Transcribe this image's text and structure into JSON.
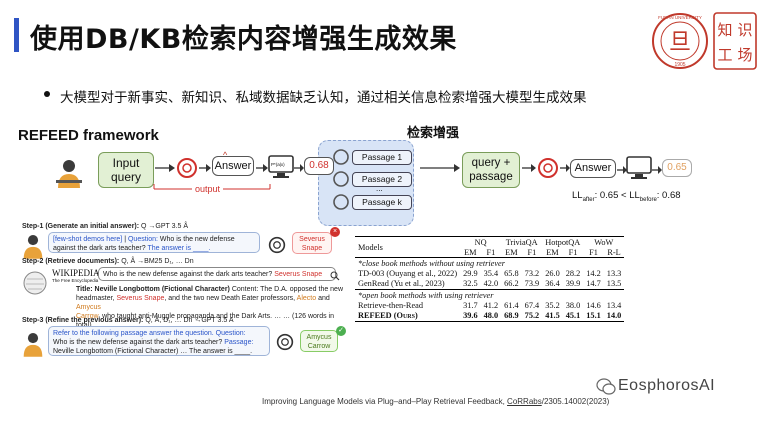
{
  "slide": {
    "title": "使用DB/KB检索内容增强生成效果",
    "bullet": "大模型对于新事实、新知识、私域数据缺乏认知，通过相关信息检索增强大模型生成效果",
    "logo": {
      "chars": [
        "知",
        "识",
        "工",
        "场"
      ],
      "seal_text": "FUDAN UNIVERSITY",
      "seal_year": "1905",
      "seal_char": "旦"
    }
  },
  "framework": {
    "title": "REFEED framework",
    "enhance_label": "检索增强",
    "input_query": [
      "Input",
      "query"
    ],
    "answer_label": "Answer",
    "output_label": "output",
    "score1": "0.68",
    "passages": [
      "Passage 1",
      "Passage 2",
      "Passage k"
    ],
    "dots": "...",
    "query_passage": [
      "query +",
      "passage"
    ],
    "answer2_label": "Answer",
    "score2": "0.65",
    "ll_after": "LL",
    "ll_after_sub": "after",
    "ll_mid": ": 0.65 < LL",
    "ll_before_sub": "before",
    "ll_end": ": 0.68",
    "monitor_label": "P*(a|x)"
  },
  "steps": {
    "step1_label": "Step-1 (Generate an initial answer):",
    "step1_formula": "Q →GPT 3.5 Â",
    "step1_bubble_a": "[few-shot demos here]",
    "step1_bubble_b": "Question:",
    "step1_bubble_c": "Who is the new defense against the dark arts teacher?",
    "step1_bubble_d": "The answer is ____.",
    "step1_answer": [
      "Severus",
      "Snape"
    ],
    "step2_label": "Step-2 (Retrieve documents):",
    "step2_formula": "Q, Â →BM25 D₁, … Dn",
    "wiki_title": "WIKIPEDIA",
    "wiki_sub": "The Free Encyclopedia",
    "step2_query_a": "Who is the new defense against the dark arts teacher?",
    "step2_query_b": "Severus Snape",
    "doc_title": "Title: Neville Longbottom (Fictional Character)",
    "doc_line1": "Content: The D.A. opposed the new",
    "doc_line2a": "headmaster,",
    "doc_line2b": "Severus Snape",
    "doc_line2c": ", and the two new Death Eater professors,",
    "doc_line2d": "Alecto",
    "doc_line2e": "and",
    "doc_line2f": "Amycus",
    "doc_line3a": "Carrow",
    "doc_line3b": ", who taught anti-Muggle propaganda and the Dark Arts. … …",
    "doc_line3c": "(126 words in total)",
    "step3_label": "Step-3 (Refine the previous answer):",
    "step3_formula": "Q, Â, D₁, … Dn →GPT 3.5 A",
    "step3_line1": "Refer to the following passage answer the question. Question:",
    "step3_line2a": "Who is the new defense against the dark arts teacher?",
    "step3_line2b": "Passage:",
    "step3_line3a": "Neville Longbottom (Fictional Character) … The answer is ____.",
    "step3_answer": [
      "Amycus",
      "Carrow"
    ]
  },
  "table": {
    "col_models": "Models",
    "groups": [
      "NQ",
      "TriviaQA",
      "HotpotQA",
      "WoW"
    ],
    "subheaders": [
      "EM",
      "F1",
      "EM",
      "F1",
      "EM",
      "F1",
      "F1",
      "R-L"
    ],
    "section1": "*close book methods without using retriever",
    "rows1": [
      {
        "model": "TD-003 (Ouyang et al., 2022)",
        "vals": [
          "29.9",
          "35.4",
          "65.8",
          "73.2",
          "26.0",
          "28.2",
          "14.2",
          "13.3"
        ]
      },
      {
        "model": "GenRead (Yu et al., 2023)",
        "vals": [
          "32.5",
          "42.0",
          "66.2",
          "73.9",
          "36.4",
          "39.9",
          "14.7",
          "13.5"
        ]
      }
    ],
    "section2": "*open book methods with using retriever",
    "rows2": [
      {
        "model": "Retrieve-then-Read",
        "vals": [
          "31.7",
          "41.2",
          "61.4",
          "67.4",
          "35.2",
          "38.0",
          "14.6",
          "13.4"
        ]
      },
      {
        "model": "REFEED (Ours)",
        "vals": [
          "39.6",
          "48.0",
          "68.9",
          "75.2",
          "41.5",
          "45.1",
          "15.1",
          "14.0"
        ]
      }
    ]
  },
  "footer": {
    "text_a": "Improving Language Models via Plug–and–Play Retrieval Feedback,",
    "text_b": "CoRRabs",
    "text_c": "/2305.14002(2023)"
  },
  "watermark": "EosphorosAI",
  "colors": {
    "accent_blue": "#2f55c4",
    "green_box": "#e2f0d4",
    "blue_region": "#d8e4f6",
    "red": "#d0312d"
  }
}
